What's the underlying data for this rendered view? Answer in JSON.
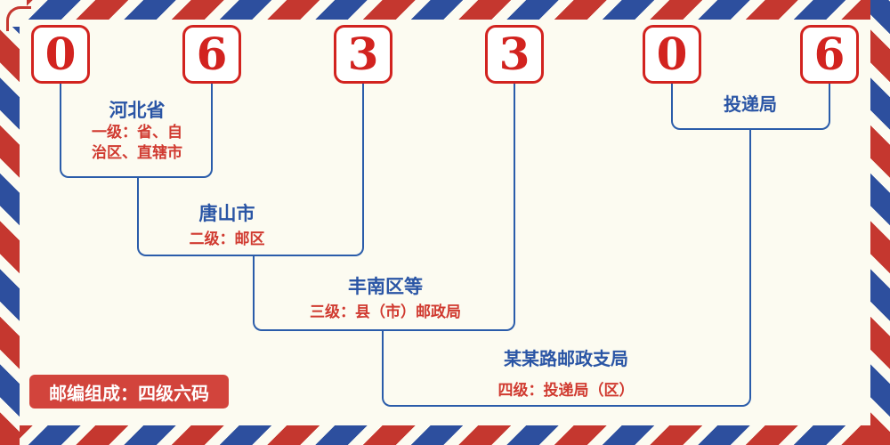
{
  "postal_code": {
    "digits": [
      "0",
      "6",
      "3",
      "3",
      "0",
      "6"
    ]
  },
  "levels": [
    {
      "name": "河北省",
      "desc_lines": [
        "一级：省、自",
        "治区、直辖市"
      ]
    },
    {
      "name": "唐山市",
      "desc": "二级：邮区"
    },
    {
      "name": "丰南区等",
      "desc": "三级：县（市）邮政局"
    },
    {
      "name": "某某路邮政支局",
      "desc": "四级：投递局（区）"
    },
    {
      "name": "投递局"
    }
  ],
  "badge": {
    "text": "邮编组成：四级六码"
  },
  "colors": {
    "background": "#fcfbf1",
    "stripe_red": "#c5372f",
    "stripe_blue": "#2d4f9e",
    "line_blue": "#2a5caa",
    "digit_red": "#d2231f",
    "label_blue": "#2a55a5",
    "label_red": "#d03a30",
    "badge_bg": "#d2443c",
    "badge_text": "#ffffff",
    "box_bg": "#ffffff",
    "box_border": "#d2231f"
  }
}
